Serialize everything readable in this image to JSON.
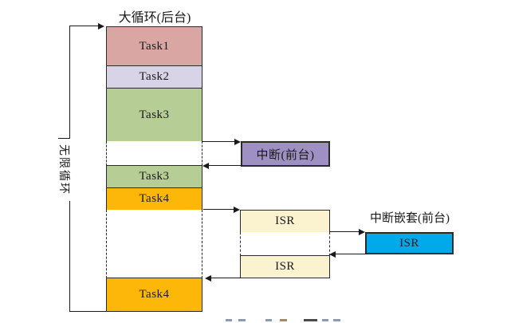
{
  "title": "大循环(后台)",
  "loop_label": "无限循环",
  "column": {
    "segments": [
      {
        "label": "Task1",
        "color": "#d9a6a3"
      },
      {
        "label": "Task2",
        "color": "#d9d3e8"
      },
      {
        "label": "Task3",
        "color": "#b6cd95"
      },
      {
        "label": "Task3",
        "color": "#b6cd95"
      },
      {
        "label": "Task4",
        "color": "#fcb708"
      },
      {
        "label": "Task4",
        "color": "#fcb708"
      }
    ]
  },
  "interrupt": {
    "label": "中断(前台)",
    "color": "#9e90c2"
  },
  "isr_chain": {
    "isr1": "ISR",
    "isr2": "ISR",
    "fill": "#fbf2d0"
  },
  "nested": {
    "title": "中断嵌套(前台)",
    "label": "ISR",
    "color": "#00a9e9"
  },
  "line_color": "#1a1a1a"
}
